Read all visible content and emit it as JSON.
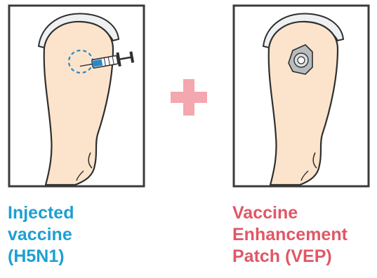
{
  "colors": {
    "injected_text": "#1d9fd4",
    "patch_text": "#e05766",
    "plus_sign": "#f3a7ae",
    "frame": "#3b3b3b",
    "skin": "#fbe4cb",
    "outline": "#2f2f2f",
    "sleeve": "#eef0f2",
    "syringe_blue": "#2a88c8",
    "patch_grey": "#b9bcbf"
  },
  "icons": {
    "left_panel": "arm-with-syringe-icon",
    "right_panel": "arm-with-patch-icon",
    "operator": "plus-icon"
  },
  "captions": {
    "left": [
      "Injected",
      "vaccine",
      "(H5N1)"
    ],
    "right": [
      "Vaccine",
      "Enhancement",
      "Patch (VEP)"
    ]
  }
}
